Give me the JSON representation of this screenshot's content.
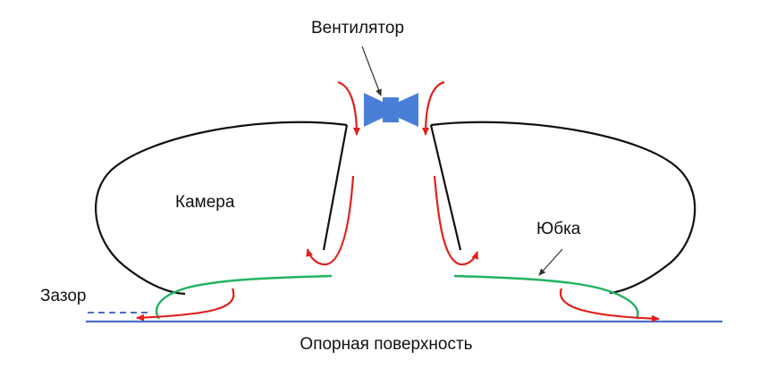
{
  "labels": {
    "fan": "Вентилятор",
    "chamber": "Камера",
    "skirt": "Юбка",
    "gap": "Зазор",
    "surface": "Опорная поверхность"
  },
  "colors": {
    "outline": "#111111",
    "skirt": "#22b35e",
    "airflow": "#e0201c",
    "fan": "#4a7fd8",
    "surface": "#4a6fc4",
    "gap_line": "#4a6fc4",
    "pointer": "#333333"
  },
  "icons": {
    "fan": "fan-icon"
  }
}
